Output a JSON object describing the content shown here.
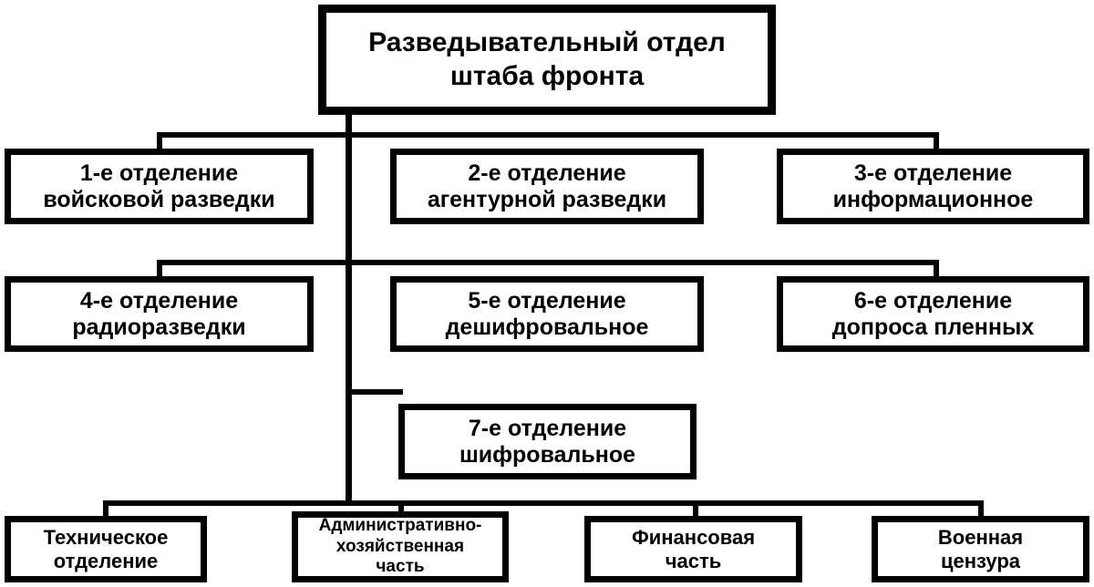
{
  "diagram": {
    "title": "Разведывательный отдел штаба фронта",
    "line_color": "#000000",
    "box_fill": "#ffffff",
    "text_color": "#000000"
  },
  "root": {
    "label": "Разведывательный отдел\nштаба фронта"
  },
  "departments": [
    {
      "label": "1-е отделение\nвойсковой разведки"
    },
    {
      "label": "2-е отделение\nагентурной разведки"
    },
    {
      "label": "3-е отделение\nинформационное"
    },
    {
      "label": "4-е отделение\nрадиоразведки"
    },
    {
      "label": "5-е отделение\nдешифровальное"
    },
    {
      "label": "6-е отделение\nдопроса пленных"
    },
    {
      "label": "7-е отделение\nшифровальное"
    }
  ],
  "units": [
    {
      "label": "Техническое\nотделение"
    },
    {
      "label": "Административно-\nхозяйственная\nчасть"
    },
    {
      "label": "Финансовая\nчасть"
    },
    {
      "label": "Военная\nцензура"
    }
  ]
}
